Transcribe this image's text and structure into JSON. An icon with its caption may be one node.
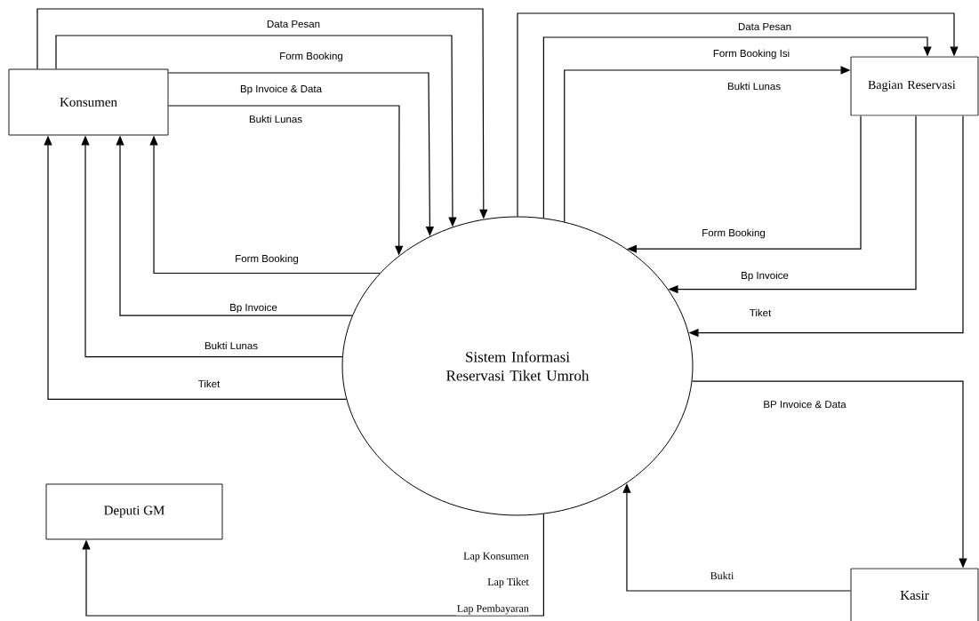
{
  "diagram": {
    "nodes": [
      {
        "text": [
          "Konsumen"
        ]
      },
      {
        "text": [
          "Sistem Informasi Reservasi Tiket Umroh"
        ]
      },
      {
        "text": [
          "Bagian Reservasi"
        ]
      },
      {
        "text": [
          "Kasir"
        ]
      },
      {
        "text": [
          "Deputi GM"
        ]
      }
    ],
    "edges": [
      {
        "from": 0,
        "to": 1,
        "arrow": "to",
        "label": "Data Pesan"
      },
      {
        "from": 0,
        "to": 1,
        "arrow": "to",
        "label": "Form Booking"
      },
      {
        "from": 0,
        "to": 1,
        "arrow": "to",
        "label": "Bp Invoice & Data"
      },
      {
        "from": 0,
        "to": 1,
        "arrow": "to",
        "label": "Bukti Lunas"
      },
      {
        "from": 1,
        "to": 0,
        "arrow": "to",
        "label": "Form Booking"
      },
      {
        "from": 1,
        "to": 0,
        "arrow": "to",
        "label": "Bp Invoice"
      },
      {
        "from": 1,
        "to": 0,
        "arrow": "to",
        "label": "Bukti Lunas"
      },
      {
        "from": 1,
        "to": 0,
        "arrow": "to",
        "label": "Tiket"
      },
      {
        "from": 1,
        "to": 2,
        "arrow": "to",
        "label": "Data Pesan"
      },
      {
        "from": 1,
        "to": 2,
        "arrow": "to",
        "label": "Form Booking Isi"
      },
      {
        "from": 1,
        "to": 2,
        "arrow": "to",
        "label": "Bukti Lunas"
      },
      {
        "from": 2,
        "to": 1,
        "arrow": "to",
        "label": "Form Booking"
      },
      {
        "from": 2,
        "to": 1,
        "arrow": "to",
        "label": "Bp Invoice"
      },
      {
        "from": 2,
        "to": 1,
        "arrow": "to",
        "label": "Tiket"
      },
      {
        "from": 1,
        "to": 3,
        "arrow": "to",
        "label": "BP Invoice & Data"
      },
      {
        "from": 3,
        "to": 1,
        "arrow": "to",
        "label": "Bukti"
      },
      {
        "from": 1,
        "to": 4,
        "arrow": "to",
        "label": "Lap Konsumen"
      }
    ],
    "labels": [
      "Lap Tiket",
      "Lap Pembayaran"
    ]
  }
}
